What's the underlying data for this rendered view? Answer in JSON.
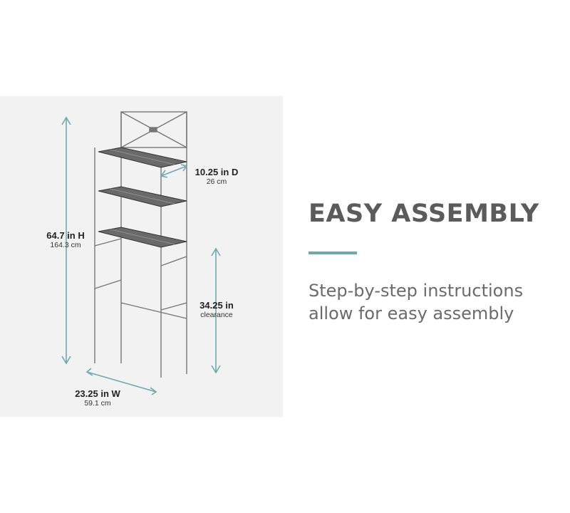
{
  "dimensions": {
    "height": {
      "main": "64.7 in H",
      "sub": "164.3 cm"
    },
    "depth": {
      "main": "10.25 in D",
      "sub": "26 cm"
    },
    "clearance": {
      "main": "34.25 in",
      "sub": "clearance"
    },
    "width": {
      "main": "23.25 in W",
      "sub": "59.1 cm"
    }
  },
  "headline": "EASY ASSEMBLY",
  "description": "Step-by-step instructions allow for easy assembly",
  "colors": {
    "accent": "#6fa9ab",
    "panel": "#f2f2f2",
    "headline": "#5b5b5b"
  }
}
